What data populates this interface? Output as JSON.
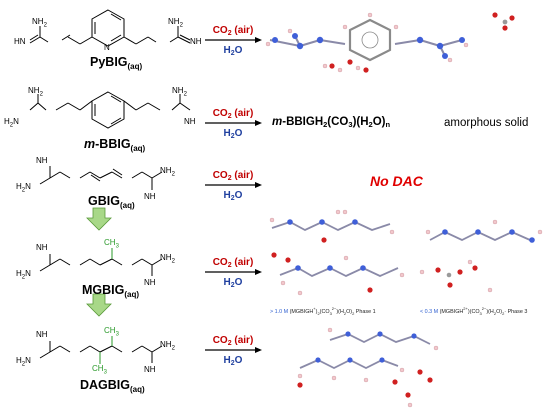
{
  "compounds": {
    "pybig": {
      "label": "PyBIG",
      "phase": "(aq)"
    },
    "mbbig": {
      "prefix": "m",
      "label": "-BBIG",
      "phase": "(aq)"
    },
    "gbig": {
      "label": "GBIG",
      "phase": "(aq)"
    },
    "mgbig": {
      "label": "MGBIG",
      "phase": "(aq)"
    },
    "dagbig": {
      "label": "DAGBIG",
      "phase": "(aq)"
    }
  },
  "atom_labels": {
    "nh2": "NH",
    "nh2_sub": "2",
    "hn": "HN",
    "h2n_pre": "H",
    "h2n_sub": "2",
    "h2n_post": "N",
    "n": "N",
    "ch3": "CH",
    "ch3_sub": "3"
  },
  "conditions": {
    "co2": "CO",
    "co2_sub": "2",
    "co2_suffix": " (air)",
    "h2o_h": "H",
    "h2o_sub": "2",
    "h2o_o": "O"
  },
  "products": {
    "mbbig_product": {
      "prefix": "m",
      "main": "-BBIGH",
      "s1": "2",
      "mid": "(CO",
      "s2": "3",
      "mid2": ")(H",
      "s3": "2",
      "end": "O)",
      "s4": "n"
    },
    "amorphous": "amorphous solid",
    "gbig_result": "No DAC"
  },
  "captions": {
    "phase1": {
      "conc": "> 1.0 M",
      "text": " (MGBIGH",
      "sup1": "+",
      "t2": ")",
      "sub1": "2",
      "t3": "(CO",
      "sub2": "3",
      "sup2": "2−",
      "t4": ")(H",
      "sub3": "2",
      "t5": "O)",
      "sub4": "2",
      "t6": " Phase 1"
    },
    "phase3": {
      "conc": "< 0.3 M",
      "text": " (MGBIGH",
      "sup1": "2+",
      "t2": ")(CO",
      "sub1": "3",
      "sup2": "2−",
      "t3": ")(H",
      "sub2": "2",
      "t4": "O)",
      "sub3": "2",
      "t5": "· Phase 3"
    }
  },
  "colors": {
    "co2": "#c00000",
    "h2o": "#1f3f9f",
    "nodac": "#e00000",
    "methyl": "#2a9a2a",
    "nitrogen": "#3f5fd8",
    "carbon": "#9a9a9a",
    "oxygen": "#d02020",
    "hydrogen": "#f2c8cc",
    "arrow_fill": "#a8d888"
  }
}
